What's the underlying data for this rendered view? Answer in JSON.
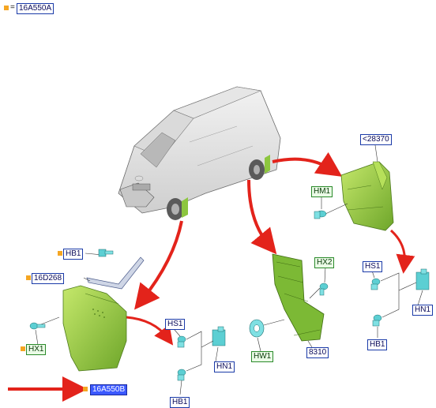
{
  "header": {
    "eq": "=",
    "code": "16A550A"
  },
  "callouts": {
    "c28370": "<28370",
    "hm1": "HM1",
    "hb1_left": "HB1",
    "c16d268": "16D268",
    "hx2": "HX2",
    "hs1_right": "HS1",
    "hx1": "HX1",
    "hs1_mid": "HS1",
    "hw1": "HW1",
    "c8310": "8310",
    "hn1_right": "HN1",
    "hn1_mid": "HN1",
    "hb1_right": "HB1",
    "hb1_mid": "HB1",
    "c16a550b": "16A550B"
  },
  "colors": {
    "accent": "#f5a623",
    "callout_border": "#1a3aa8",
    "arrow": "#e3231b",
    "part": "#8dc63f",
    "selected": "#3b59ff"
  }
}
